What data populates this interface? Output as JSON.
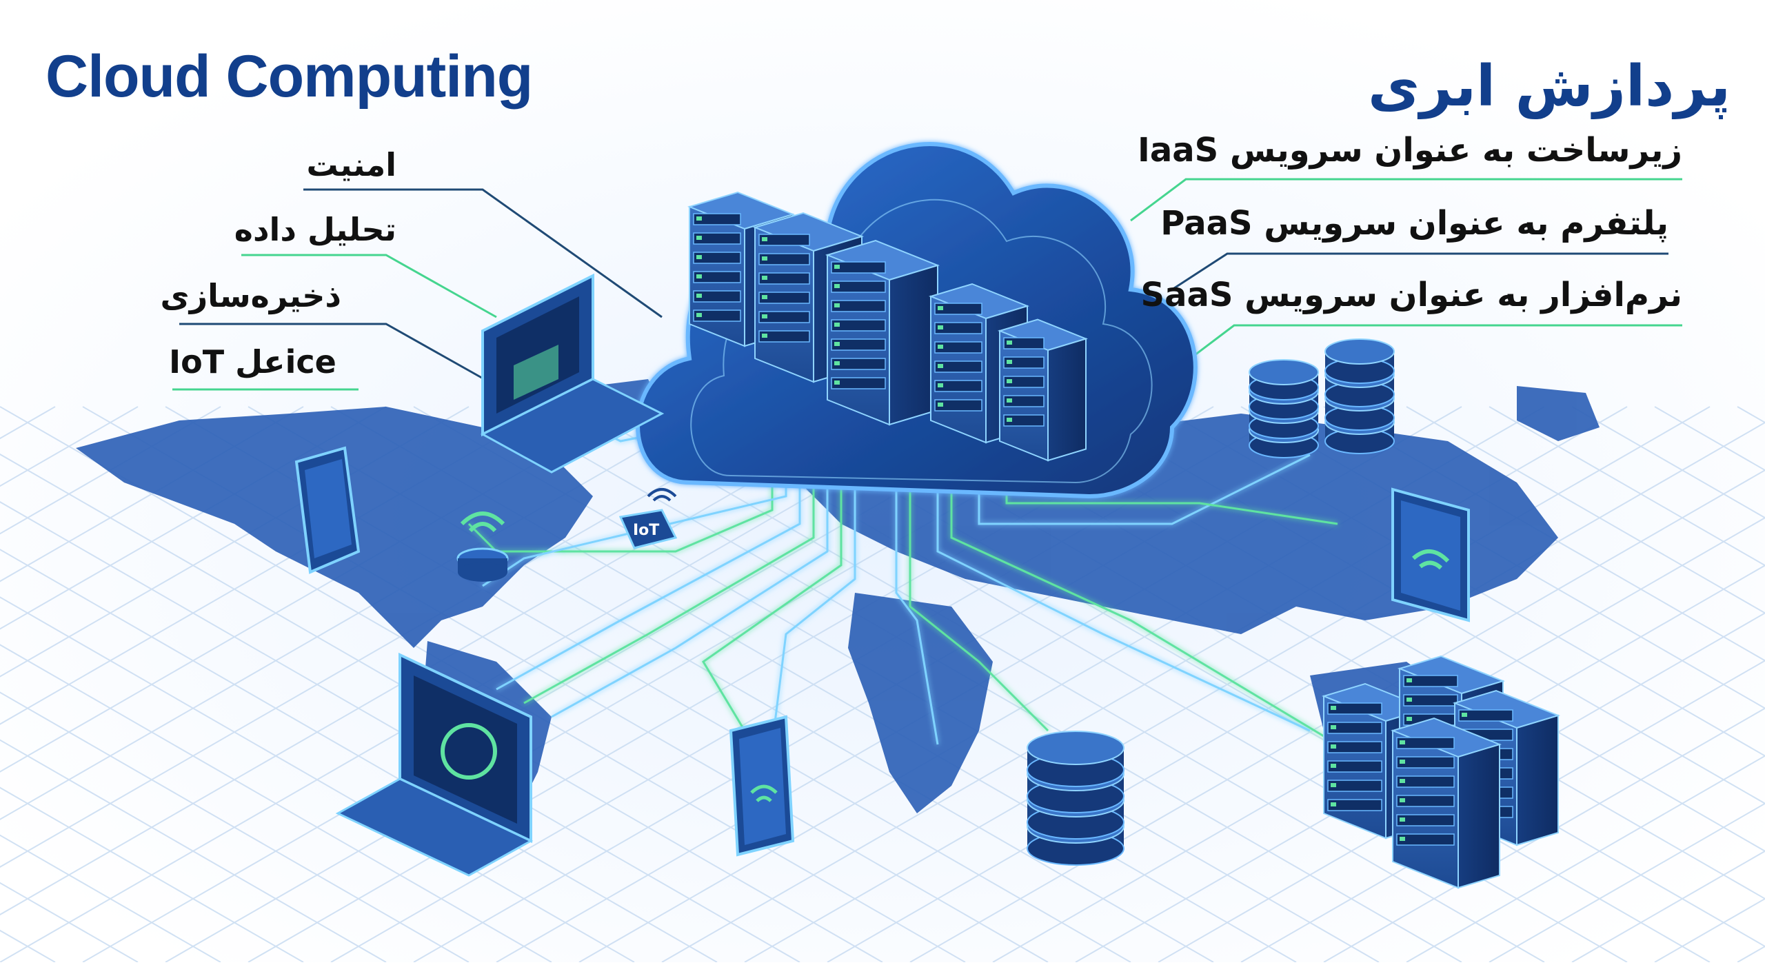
{
  "title_en": "Cloud Computing",
  "title_fa": "پردازش ابری",
  "left_labels": [
    "امنیت",
    "تحلیل داده",
    "ذخیره‌سازی",
    "IoT علice"
  ],
  "right_labels": [
    "زیرساخت به عنوان سرویس IaaS",
    "پلتفرم به عنوان سرویس PaaS",
    "نرم‌افزار به عنوان سرویس SaaS"
  ],
  "iot_tag": "IoT",
  "colors": {
    "title": "#123f8c",
    "map": "#2f62b7",
    "cloud": "#1b4fa0",
    "glow": "#5fe3a1",
    "connector": "#7fd3ff",
    "label_line_green": "#45d58f",
    "label_line_dark": "#1f4a75"
  },
  "icons": [
    "cloud-icon",
    "server-rack-icon",
    "database-icon",
    "laptop-icon",
    "smartphone-icon",
    "tablet-icon",
    "wifi-icon",
    "iot-device-icon",
    "smart-speaker-icon",
    "world-map-icon"
  ]
}
